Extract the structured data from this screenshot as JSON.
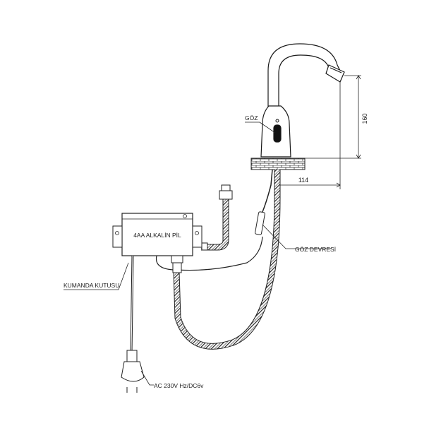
{
  "labels": {
    "goz": "GÖZ",
    "goz_devresi": "GÖZ DEVRESİ",
    "kumanda_kutusu": "KUMANDA KUTUSU",
    "battery": "4AA ALKALİN PİL",
    "power": "AC 230V Hz/DC6v"
  },
  "dimensions": {
    "height": "160",
    "reach": "114"
  },
  "colors": {
    "line": "#1a1a1a",
    "hose": "#2a2a2a"
  }
}
